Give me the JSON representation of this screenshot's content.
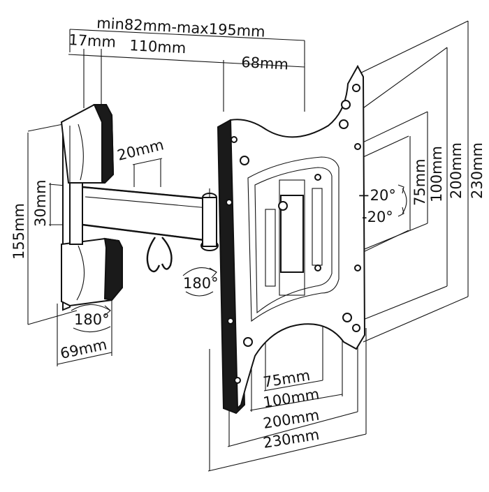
{
  "labels": {
    "min_max": "min82mm-max195mm",
    "d17": "17mm",
    "d110": "110mm",
    "d68": "68mm",
    "d20": "20mm",
    "d30": "30mm",
    "d155": "155mm",
    "rot_arm": "180°",
    "rot_wall": "180°",
    "d69": "69mm",
    "tilt_up": "+20°",
    "tilt_down": "-20°",
    "v75": "75mm",
    "v100": "100mm",
    "v200": "200mm",
    "v230": "230mm",
    "h75": "75mm",
    "h100": "100mm",
    "h200": "200mm",
    "h230": "230mm"
  }
}
